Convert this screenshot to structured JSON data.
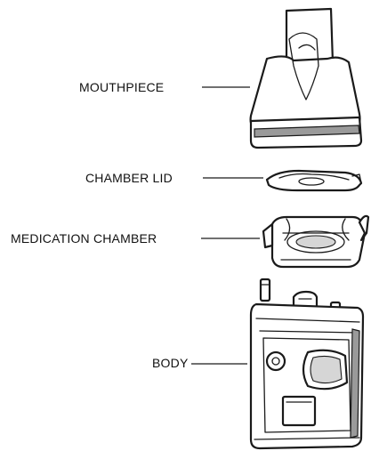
{
  "diagram": {
    "labels": {
      "mouthpiece": "MOUTHPIECE",
      "chamber_lid": "CHAMBER LID",
      "medication_chamber": "MEDICATION CHAMBER",
      "body": "BODY"
    }
  }
}
